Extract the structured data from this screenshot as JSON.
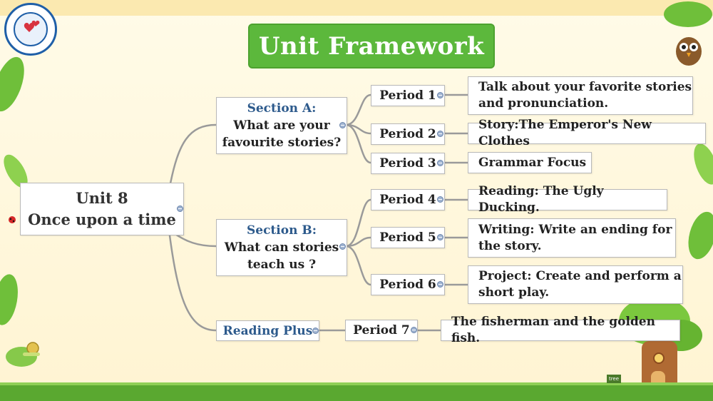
{
  "title": "Unit Framework",
  "sign_text": "tree",
  "root": {
    "line1": "Unit 8",
    "line2": "Once upon a time"
  },
  "section_a": {
    "heading": "Section A:",
    "line1": "What are your",
    "line2": "favourite stories?"
  },
  "section_b": {
    "heading": "Section B:",
    "line1": "What can stories",
    "line2": "teach us ?"
  },
  "reading_plus": {
    "label": "Reading Plus"
  },
  "periods": [
    {
      "label": "Period 1",
      "topic": [
        "Talk about your favorite stories",
        "and pronunciation."
      ]
    },
    {
      "label": "Period 2",
      "topic": [
        "Story:The Emperor's New Clothes"
      ]
    },
    {
      "label": "Period 3",
      "topic": [
        "Grammar Focus"
      ]
    },
    {
      "label": "Period 4",
      "topic": [
        "Reading: The Ugly Ducking."
      ]
    },
    {
      "label": "Period 5",
      "topic": [
        "Writing: Write an ending for",
        "the story."
      ]
    },
    {
      "label": "Period 6",
      "topic": [
        "Project: Create and perform a",
        "short play."
      ]
    },
    {
      "label": "Period 7",
      "topic": [
        "The fisherman and the golden fish."
      ]
    }
  ],
  "colors": {
    "title_bg": "#5cb83c",
    "heading_text": "#2d5a8c",
    "connector": "#9a9a9a"
  }
}
